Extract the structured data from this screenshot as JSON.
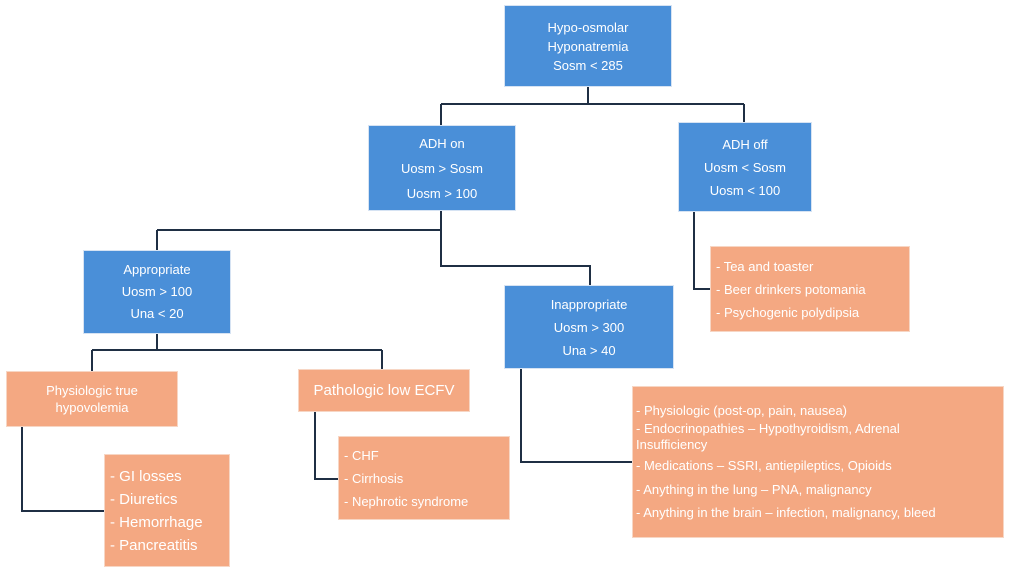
{
  "root": {
    "lines": [
      "Hypo-osmolar",
      "Hyponatremia",
      "Sosm < 285"
    ]
  },
  "adh_on": {
    "lines": [
      "ADH on",
      "Uosm > Sosm",
      "Uosm > 100"
    ]
  },
  "adh_off": {
    "lines": [
      "ADH off",
      "Uosm < Sosm",
      "Uosm < 100"
    ]
  },
  "appropriate": {
    "lines": [
      "Appropriate",
      "Uosm > 100",
      "Una < 20"
    ]
  },
  "inappropriate": {
    "lines": [
      "Inappropriate",
      "Uosm > 300",
      "Una > 40"
    ]
  },
  "physiologic": {
    "lines": [
      "Physiologic true",
      "hypovolemia"
    ]
  },
  "pathologic": {
    "label": "Pathologic low ECFV"
  },
  "adh_off_causes": [
    "- Tea and toaster",
    "- Beer drinkers potomania",
    "- Psychogenic polydipsia"
  ],
  "hypovolemia_causes": [
    "- GI losses",
    "- Diuretics",
    "- Hemorrhage",
    "- Pancreatitis"
  ],
  "low_ecfv_causes": [
    "- CHF",
    "- Cirrhosis",
    "- Nephrotic syndrome"
  ],
  "siadh_causes": [
    "- Physiologic (post-op, pain, nausea)",
    "- Endocrinopathies – Hypothyroidism, Adrenal",
    "Insufficiency",
    "- Medications – SSRI, antiepileptics, Opioids",
    "- Anything in the lung – PNA, malignancy",
    "- Anything in the brain – infection, malignancy, bleed"
  ],
  "colors": {
    "blue_box": "#4a8fd8",
    "orange_box": "#f4a882",
    "connector": "#1f2f44"
  }
}
